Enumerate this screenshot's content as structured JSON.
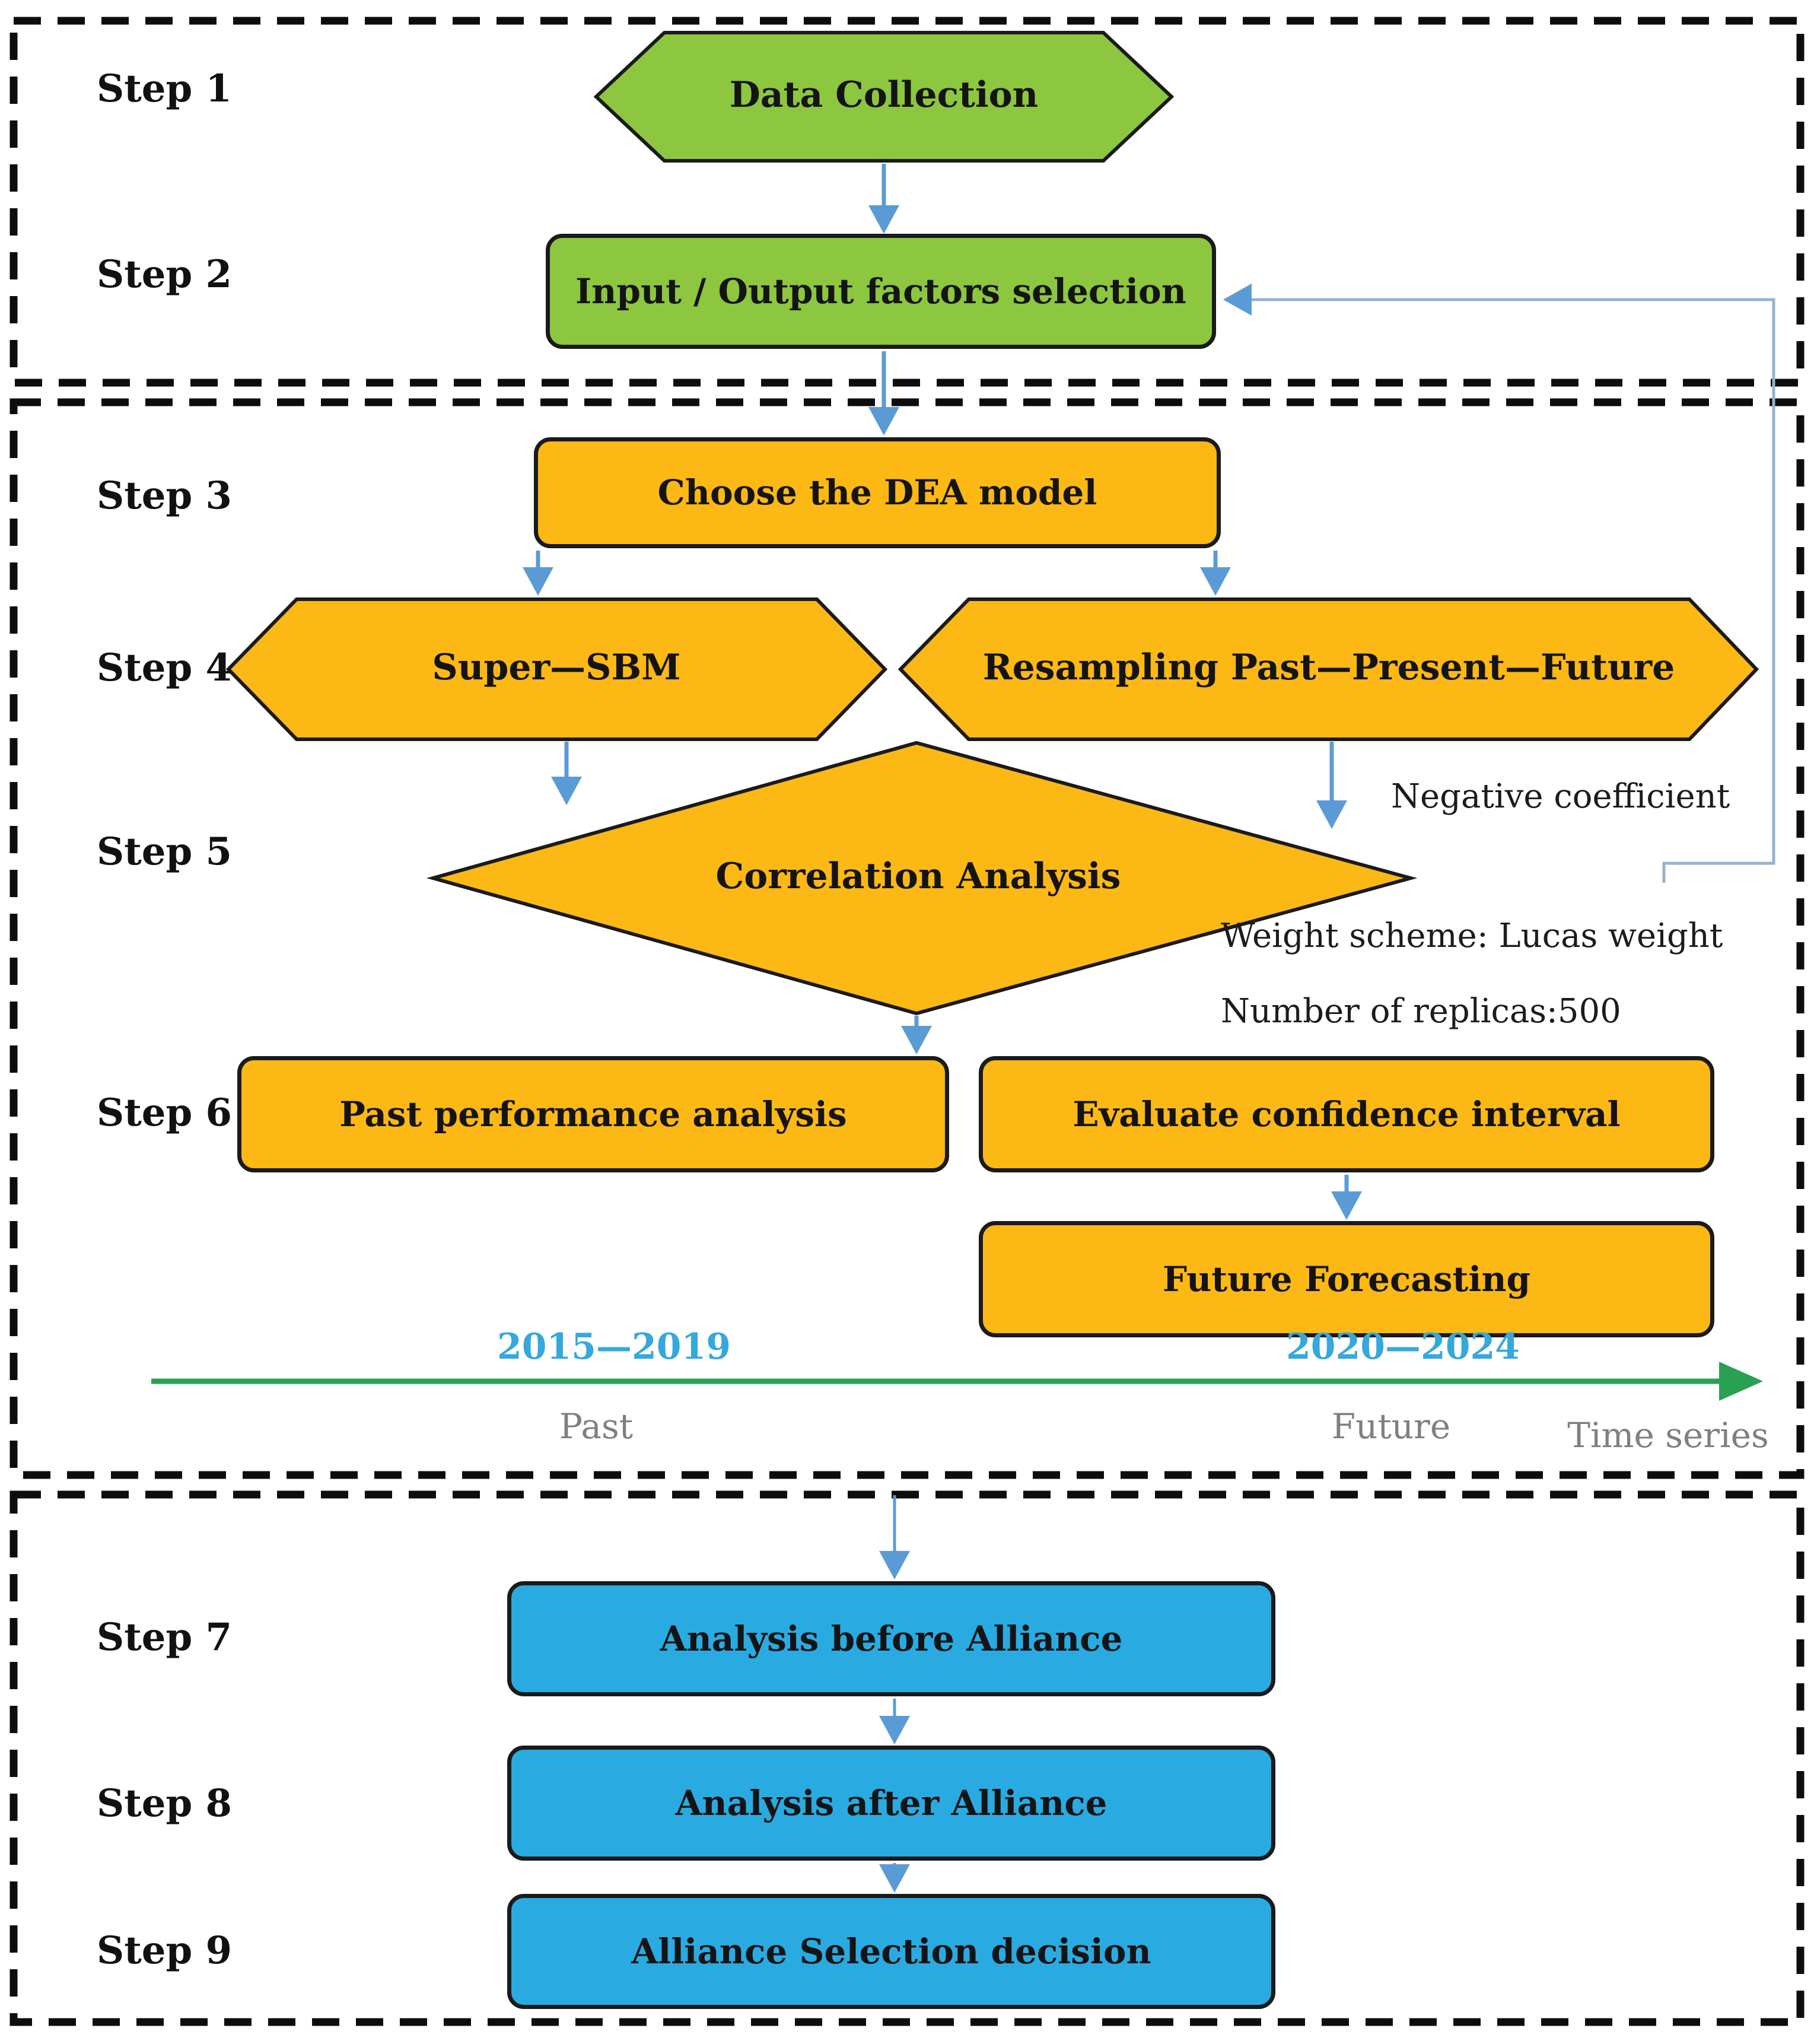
{
  "steps": [
    {
      "label": "Step 1"
    },
    {
      "label": "Step 2"
    },
    {
      "label": "Step 3"
    },
    {
      "label": "Step 4"
    },
    {
      "label": "Step 5"
    },
    {
      "label": "Step 6"
    },
    {
      "label": "Step 7"
    },
    {
      "label": "Step 8"
    },
    {
      "label": "Step 9"
    }
  ],
  "nodes": {
    "data_collection": "Data Collection",
    "input_output": "Input / Output factors selection",
    "choose_dea": "Choose the DEA model",
    "super_sbm": "Super—SBM",
    "resampling": "Resampling Past—Present—Future",
    "correlation": "Correlation Analysis",
    "past_performance": "Past performance analysis",
    "evaluate_ci": "Evaluate confidence interval",
    "future_forecasting": "Future Forecasting",
    "before_alliance": "Analysis before Alliance",
    "after_alliance": "Analysis after Alliance",
    "alliance_decision": "Alliance Selection decision"
  },
  "annotations": {
    "negative_coefficient": "Negative coefficient",
    "weight_scheme": "Weight scheme: Lucas weight",
    "replicas": "Number of replicas:500"
  },
  "timeline": {
    "past_range": "2015—2019",
    "future_range": "2020—2024",
    "past_label": "Past",
    "future_label": "Future",
    "axis_label": "Time series"
  },
  "colors": {
    "green-fill": "#8dc63f",
    "orange-fill": "#fcb814",
    "blue-fill": "#29abe2",
    "shape-stroke": "#1a1a1a",
    "arrow-blue": "#5b9bd5",
    "feedback-line": "#95b3d0",
    "timeline-green": "#2aa052",
    "year-blue": "#35a8dc",
    "muted-gray": "#7f7f7f",
    "dash-black": "#0d0d0d",
    "text-dark": "#141414"
  }
}
